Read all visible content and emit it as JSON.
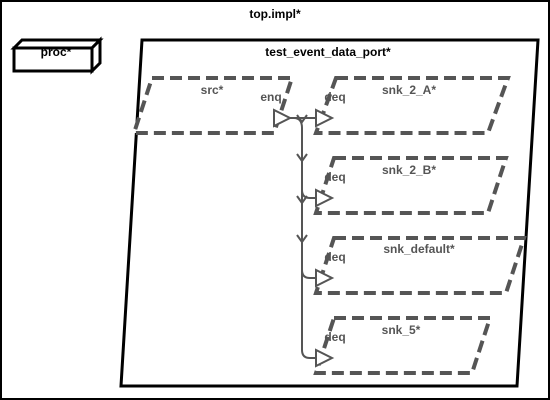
{
  "diagram": {
    "root": {
      "label": "top.impl*"
    },
    "device": {
      "label": "proc*"
    },
    "process": {
      "label": "test_event_data_port*"
    },
    "source": {
      "label": "src*",
      "port": "enq"
    },
    "sinks": [
      {
        "label": "snk_2_A*",
        "port": "deq"
      },
      {
        "label": "snk_2_B*",
        "port": "deq"
      },
      {
        "label": "snk_default*",
        "port": "deq"
      },
      {
        "label": "snk_5*",
        "port": "deq"
      }
    ],
    "colors": {
      "frame": "#000000",
      "thread": "#555555",
      "connection": "#555555",
      "background": "#ffffff"
    }
  }
}
